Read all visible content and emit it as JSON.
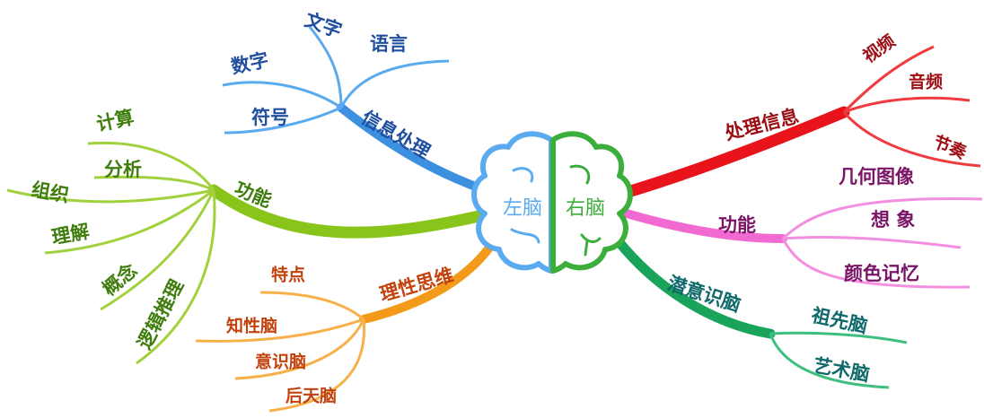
{
  "colors": {
    "blue": "#3d8fe0",
    "blue_light": "#5aaaf0",
    "blue_text": "#1f4f9e",
    "green": "#88c41a",
    "green_text": "#3f7d0d",
    "orange": "#f49a1a",
    "orange_text": "#c2410c",
    "red": "#e8131b",
    "red_text": "#9c0d13",
    "pink": "#f06ad2",
    "pink_text": "#7a1466",
    "teal": "#1aa35b",
    "teal_text": "#0e6a6a",
    "brain_left": "#5aaaf0",
    "brain_right": "#3cae3c"
  },
  "center": {
    "left_label": "左脑",
    "right_label": "右脑"
  },
  "branches": {
    "info": {
      "label": "信息处理",
      "items": {
        "wenzi": "文字",
        "yuyan": "语言",
        "shuzi": "数字",
        "fuhao": "符号"
      }
    },
    "function_left": {
      "label": "功能",
      "items": {
        "jisuan": "计算",
        "fenxi": "分析",
        "zuzhi": "组织",
        "lijie": "理解",
        "gainian": "概念",
        "luoji": "逻辑推理"
      }
    },
    "rational": {
      "label": "理性思维",
      "items": {
        "tedian": "特点",
        "zhixing": "知性脑",
        "yishi": "意识脑",
        "houtian": "后天脑"
      }
    },
    "process": {
      "label": "处理信息",
      "items": {
        "shipin": "视频",
        "yinpin": "音频",
        "jiezou": "节奏"
      }
    },
    "function_right": {
      "label": "功能",
      "items": {
        "jihe": "几何图像",
        "xiangxiang": "想 象",
        "yanse": "颜色记忆"
      }
    },
    "subconscious": {
      "label": "潜意识脑",
      "items": {
        "zuxian": "祖先脑",
        "yishu": "艺术脑"
      }
    }
  }
}
